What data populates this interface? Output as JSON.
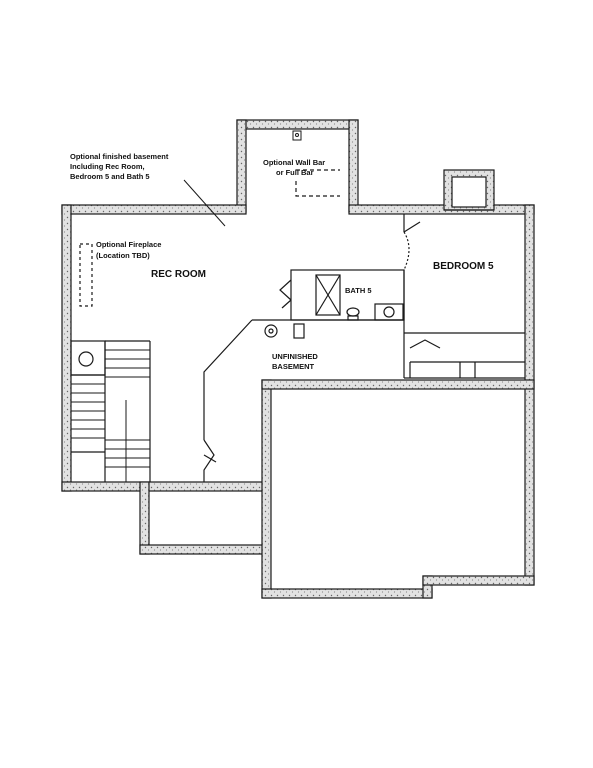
{
  "plan": {
    "notes": {
      "optional_basement": [
        "Optional finished basement",
        "Including Rec Room,",
        "Bedroom 5 and Bath 5"
      ],
      "wall_bar": [
        "Optional Wall Bar",
        "or Full Bar"
      ],
      "fireplace": [
        "Optional Fireplace",
        "(Location TBD)"
      ]
    },
    "rooms": {
      "rec_room": "REC ROOM",
      "bedroom": "BEDROOM 5",
      "bath": "BATH 5",
      "unfinished": [
        "UNFINISHED",
        "BASEMENT"
      ]
    },
    "colors": {
      "wall_fill": "#d9d9d9",
      "line": "#1a1a1a"
    }
  }
}
